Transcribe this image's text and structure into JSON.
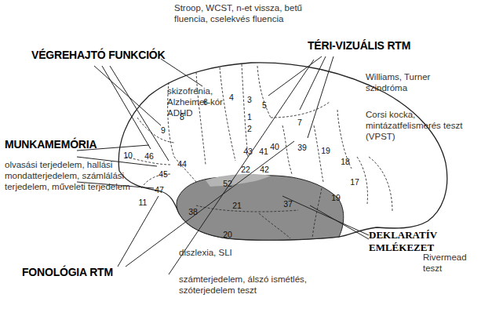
{
  "diagram": {
    "labels": [
      "Stroop, WCST, n-et vissza, betű fluencia, cselekvés fluencia",
      "VÉGREHAJTÓ FUNKCIÓK",
      "skizofrénia, Alzheimer-kór ADHD",
      "MUNKAMEMÓRIA",
      "olvasási terjedelem, hallási mondatterjedelem, számlálási terjedelem, műveleti terjedelem",
      "TÉRI-VIZUÁLIS RTM",
      "Williams, Turner szindróma",
      "Corsi kocka, mintázatfelismerés teszt (VPST)",
      "DEKLARATÍV EMLÉKEZET",
      "Rivermead teszt",
      "FONOLÓGIA RTM",
      "diszlexia, SLI",
      "számterjedelem, álszó ismétlés, szóterjedelem teszt",
      "6",
      "4",
      "3",
      "5",
      "1",
      "2",
      "8",
      "7",
      "9",
      "40",
      "39",
      "19",
      "18",
      "17",
      "19",
      "46",
      "10",
      "45",
      "44",
      "43",
      "41",
      "52",
      "22",
      "42",
      "47",
      "11",
      "38",
      "21",
      "37",
      "20"
    ]
  }
}
